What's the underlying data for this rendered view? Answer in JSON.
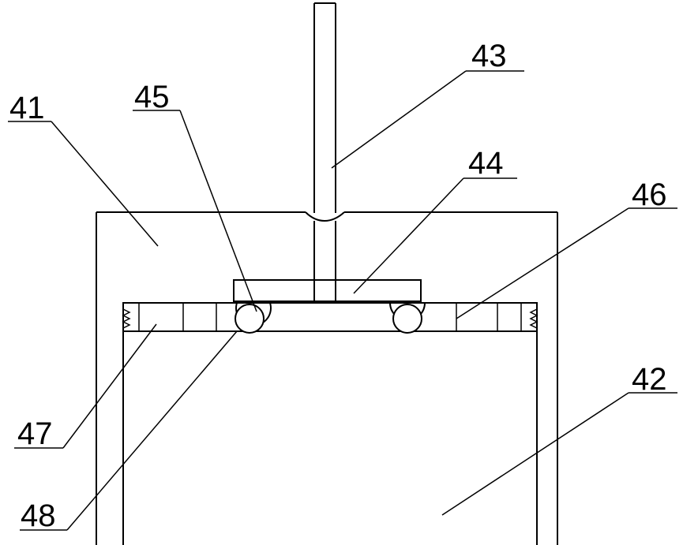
{
  "labels": {
    "l41": "41",
    "l42": "42",
    "l43": "43",
    "l44": "44",
    "l45": "45",
    "l46": "46",
    "l47": "47",
    "l48": "48"
  }
}
